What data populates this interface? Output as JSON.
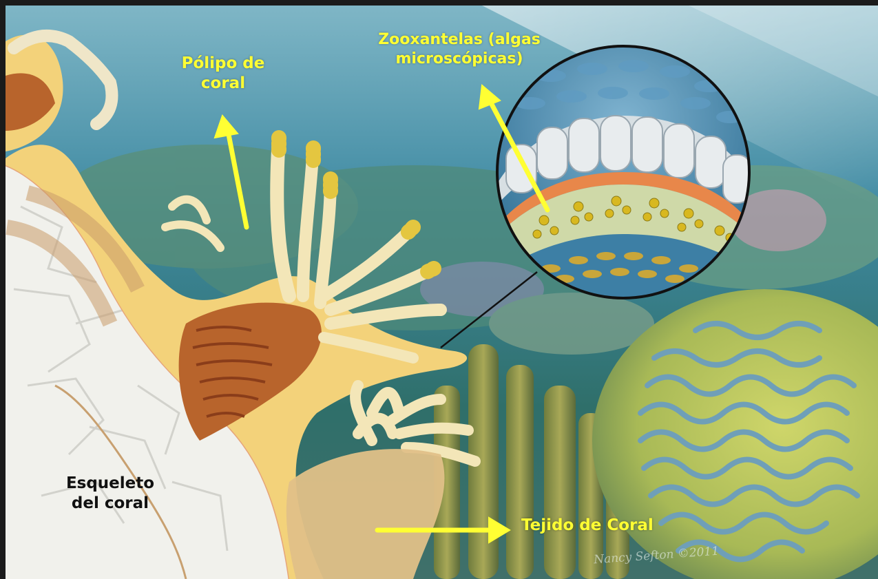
{
  "labels": {
    "polyp_line1": "Pólipo de",
    "polyp_line2": "coral",
    "zoox_line1": "Zooxantelas (algas",
    "zoox_line2": "microscópicas)",
    "skeleton_line1": "Esqueleto",
    "skeleton_line2": "del coral",
    "tissue": "Tejido de Coral"
  },
  "colors": {
    "label_accent": "#ffff33",
    "arrow": "#ffff33",
    "water": "#4a8fa8",
    "skeleton": "#f2f2ee",
    "tissue": "#f3d27a",
    "tissue_inner": "#b8642c",
    "zooxanthellae": "#d8b820"
  },
  "signature": "Nancy Sefton ©2011"
}
